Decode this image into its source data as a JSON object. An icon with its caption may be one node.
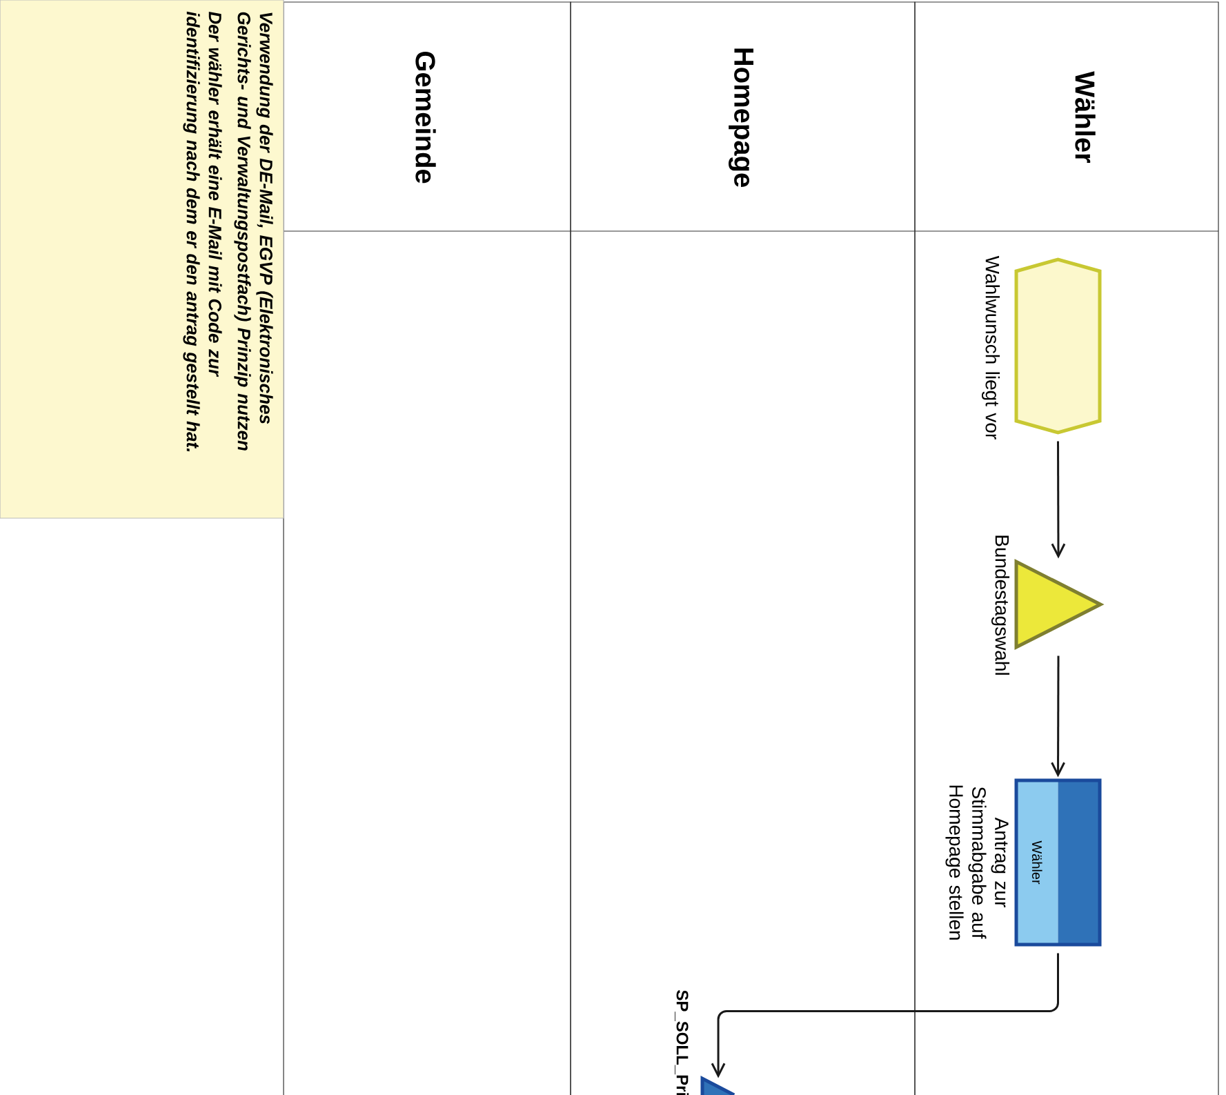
{
  "diagram": {
    "nodes": [
      {
        "text": [
          "Wähler"
        ]
      },
      {
        "text": [
          "Homepage"
        ]
      },
      {
        "text": [
          "Gemeinde"
        ]
      },
      {
        "text": [
          "Wahlwunsch liegt vor"
        ],
        "in": 0
      },
      {
        "text": [
          "Bundestagswahl"
        ],
        "in": 0
      },
      {
        "text": [
          "Wähler",
          "Antrag zur Stimmabgabe auf Homepage stellen"
        ],
        "in": 0
      },
      {
        "text": [
          "SP_SOLL_Pri"
        ],
        "in": 1
      },
      {
        "text": [
          "Verwendung der DE-Mail, EGVP (Elektronisches Gerichts- und Verwaltungspostfach) Prinzip nutzen",
          "Der wähler erhält eine E-Mail mit Code zur identifizierung nach dem er den antrag gestellt hat."
        ]
      }
    ],
    "edges": [
      {
        "from": 3,
        "to": 4,
        "arrow": "to"
      },
      {
        "from": 4,
        "to": 5,
        "arrow": "to"
      },
      {
        "from": 5,
        "to": 6,
        "arrow": "to"
      }
    ]
  }
}
